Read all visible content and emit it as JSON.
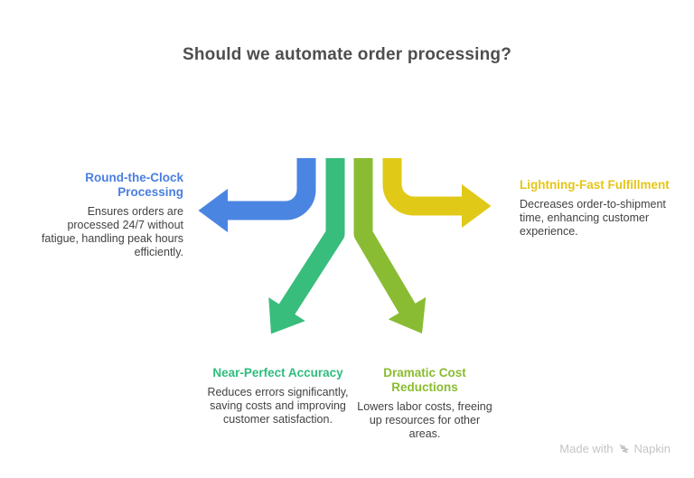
{
  "title": "Should we automate order processing?",
  "colors": {
    "blue": "#4a85e2",
    "green": "#38bd7c",
    "lime": "#8abc33",
    "yellow": "#e1c917",
    "heading_blue": "#4a7fe0",
    "heading_green": "#2ebd7e",
    "heading_lime": "#8abc2f",
    "heading_yellow": "#e5c517"
  },
  "branches": {
    "left": {
      "heading": "Round-the-Clock Processing",
      "body": "Ensures orders are processed 24/7 without fatigue, handling peak hours efficiently."
    },
    "right": {
      "heading": "Lightning-Fast Fulfillment",
      "body": "Decreases order-to-shipment time, enhancing customer experience."
    },
    "bottom_left": {
      "heading": "Near-Perfect Accuracy",
      "body": "Reduces errors significantly, saving costs and improving customer satisfaction."
    },
    "bottom_right": {
      "heading": "Dramatic Cost Reductions",
      "body": "Lowers labor costs, freeing up resources for other areas."
    }
  },
  "footer": {
    "made_with": "Made with",
    "brand": "Napkin"
  }
}
